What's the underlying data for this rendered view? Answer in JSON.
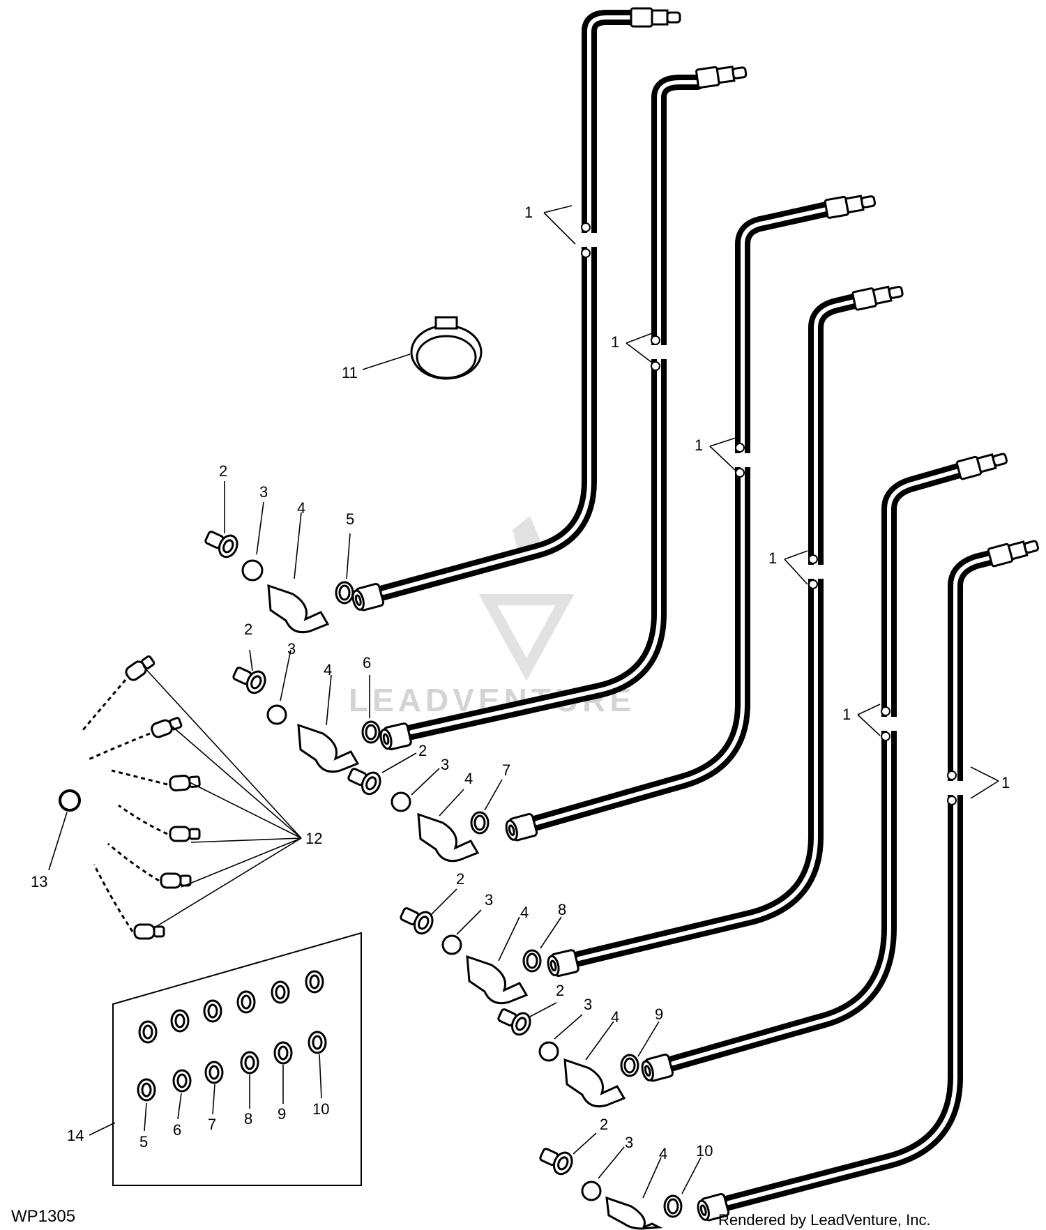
{
  "figure_id": "WP1305",
  "credit": "Rendered by LeadVenture, Inc.",
  "watermark": "LEADVENTURE",
  "colors": {
    "ink": "#000000",
    "paper": "#ffffff",
    "watermark": "#d4d4d4"
  },
  "callouts": {
    "hose": "1",
    "connector": "2",
    "o_ring": "3",
    "elbow": "4",
    "band_5": "5",
    "band_6": "6",
    "band_7": "7",
    "band_8": "8",
    "band_9": "9",
    "band_10": "10",
    "clamp": "11",
    "dust_cap": "12",
    "o_ring_loose": "13",
    "band_kit": "14"
  }
}
